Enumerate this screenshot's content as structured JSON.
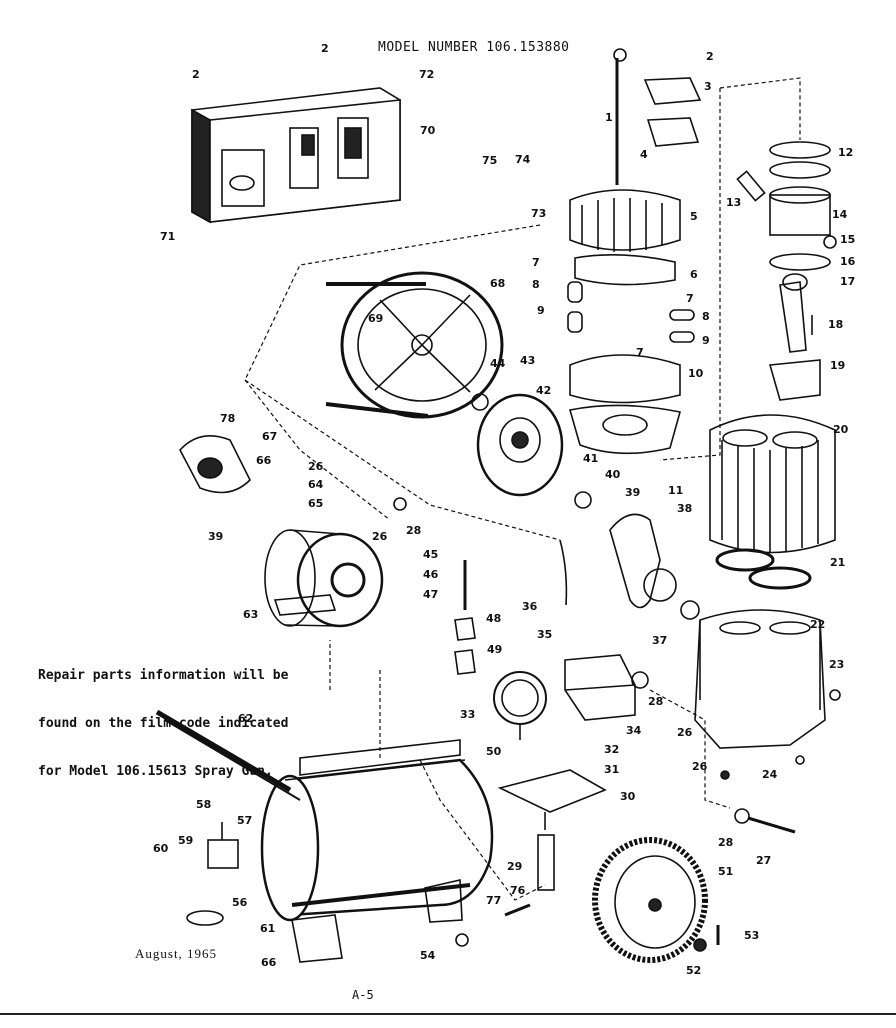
{
  "header": {
    "model_number": "MODEL NUMBER 106.153880"
  },
  "note": {
    "lines": [
      "Repair parts information will be",
      "found on the film code indicated",
      "for Model 106.15613 Spray Gun."
    ]
  },
  "footer": {
    "date": "August, 1965",
    "page": "A-5"
  },
  "callouts": {
    "c1": "1",
    "c2a": "2",
    "c2b": "2",
    "c2c": "2",
    "c3": "3",
    "c4": "4",
    "c5": "5",
    "c6": "6",
    "c7a": "7",
    "c7b": "7",
    "c7c": "7",
    "c8a": "8",
    "c8b": "8",
    "c9a": "9",
    "c9b": "9",
    "c10": "10",
    "c11": "11",
    "c12": "12",
    "c13": "13",
    "c14": "14",
    "c15": "15",
    "c16": "16",
    "c17": "17",
    "c18": "18",
    "c19": "19",
    "c20": "20",
    "c21": "21",
    "c22": "22",
    "c23": "23",
    "c24": "24",
    "c26a": "26",
    "c26b": "26",
    "c26c": "26",
    "c26d": "26",
    "c27": "27",
    "c28a": "28",
    "c28b": "28",
    "c28c": "28",
    "c29": "29",
    "c30": "30",
    "c31": "31",
    "c32": "32",
    "c33": "33",
    "c34": "34",
    "c35": "35",
    "c36": "36",
    "c37": "37",
    "c38": "38",
    "c39a": "39",
    "c39b": "39",
    "c40": "40",
    "c41": "41",
    "c42": "42",
    "c43": "43",
    "c44": "44",
    "c45": "45",
    "c46": "46",
    "c47": "47",
    "c48": "48",
    "c49": "49",
    "c50": "50",
    "c51": "51",
    "c52": "52",
    "c53": "53",
    "c54": "54",
    "c56": "56",
    "c57": "57",
    "c58": "58",
    "c59": "59",
    "c60": "60",
    "c61": "61",
    "c62": "62",
    "c63": "63",
    "c64": "64",
    "c65": "65",
    "c66a": "66",
    "c66b": "66",
    "c67": "67",
    "c68": "68",
    "c69": "69",
    "c70": "70",
    "c71": "71",
    "c72": "72",
    "c73": "73",
    "c74": "74",
    "c75": "75",
    "c76": "76",
    "c77": "77",
    "c78": "78"
  }
}
